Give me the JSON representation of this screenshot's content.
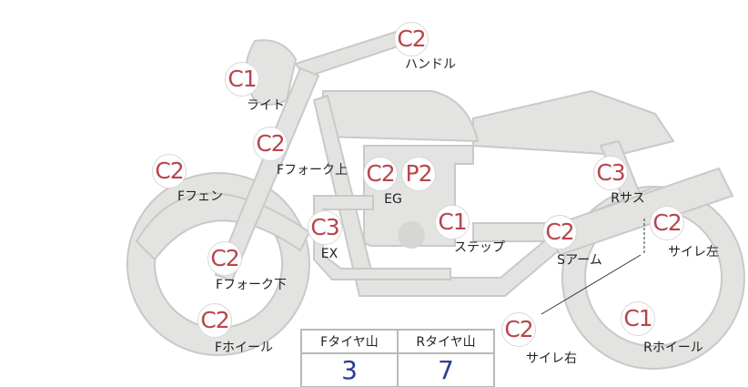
{
  "parts": [
    {
      "id": "handle",
      "grade": "C2",
      "label": "ハンドル"
    },
    {
      "id": "light",
      "grade": "C1",
      "label": "ライト"
    },
    {
      "id": "ffork-upper",
      "grade": "C2",
      "label": "Fフォーク上"
    },
    {
      "id": "ffender",
      "grade": "C2",
      "label": "Fフェン"
    },
    {
      "id": "eg-c",
      "grade": "C2",
      "label": "EG"
    },
    {
      "id": "eg-p",
      "grade": "P2"
    },
    {
      "id": "ex",
      "grade": "C3",
      "label": "EX"
    },
    {
      "id": "step",
      "grade": "C1",
      "label": "ステップ"
    },
    {
      "id": "swingarm",
      "grade": "C2",
      "label": "Sアーム"
    },
    {
      "id": "rsus",
      "grade": "C3",
      "label": "Rサス"
    },
    {
      "id": "muffler-left",
      "grade": "C2",
      "label": "サイレ左"
    },
    {
      "id": "ffork-lower",
      "grade": "C2",
      "label": "Fフォーク下"
    },
    {
      "id": "fwheel",
      "grade": "C2",
      "label": "Fホイール"
    },
    {
      "id": "muffler-right",
      "grade": "C2",
      "label": "サイレ右"
    },
    {
      "id": "rwheel",
      "grade": "C1",
      "label": "Rホイール"
    }
  ],
  "tire_table": {
    "headers": [
      "Fタイヤ山",
      "Rタイヤ山"
    ],
    "values": [
      "3",
      "7"
    ]
  }
}
